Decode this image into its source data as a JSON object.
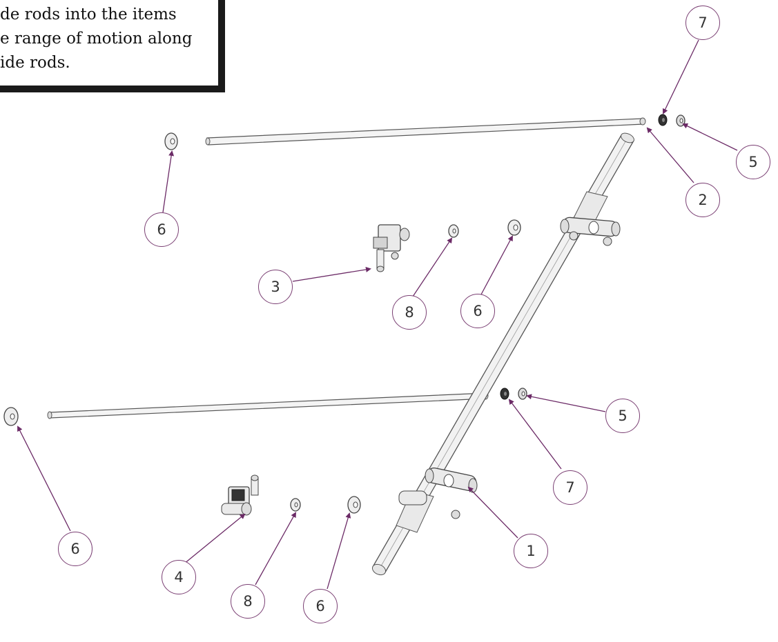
{
  "instructions": {
    "lines": [
      "de rods into the items",
      "e range of motion along",
      "ide rods."
    ]
  },
  "callouts": [
    {
      "id": "c7_top",
      "label": "7"
    },
    {
      "id": "c5_top",
      "label": "5"
    },
    {
      "id": "c2",
      "label": "2"
    },
    {
      "id": "c6_left_top",
      "label": "6"
    },
    {
      "id": "c3",
      "label": "3"
    },
    {
      "id": "c8_top",
      "label": "8"
    },
    {
      "id": "c6_mid_top",
      "label": "6"
    },
    {
      "id": "c5_mid",
      "label": "5"
    },
    {
      "id": "c7_mid",
      "label": "7"
    },
    {
      "id": "c1",
      "label": "1"
    },
    {
      "id": "c6_left_bottom",
      "label": "6"
    },
    {
      "id": "c4",
      "label": "4"
    },
    {
      "id": "c8_bottom",
      "label": "8"
    },
    {
      "id": "c6_bottom",
      "label": "6"
    }
  ],
  "colors": {
    "leader": "#6b2a66",
    "part_stroke": "#444444",
    "part_fill": "#eeeeee"
  }
}
